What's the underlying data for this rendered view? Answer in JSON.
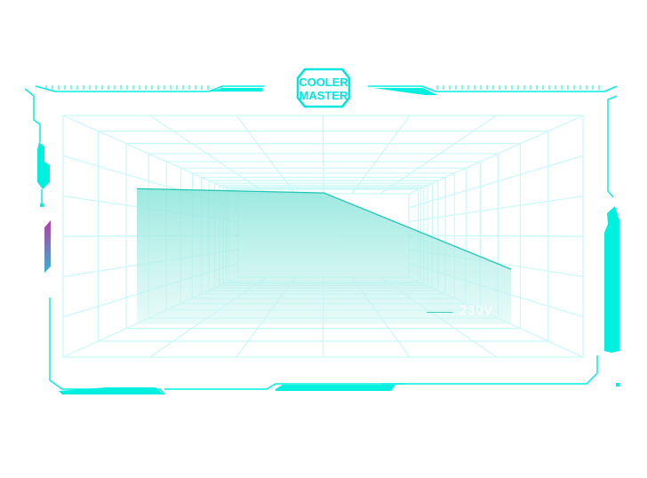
{
  "brand": {
    "logo_text": "COOLER MASTER",
    "accent": "#00f0e0",
    "grid": "#ccfbfb"
  },
  "chart_data": {
    "type": "area",
    "title": "",
    "xlabel": "",
    "ylabel": "",
    "x": [
      0,
      50,
      100
    ],
    "xlim": [
      0,
      100
    ],
    "ylim": [
      0,
      100
    ],
    "series": [
      {
        "name": "230V",
        "values": [
          96,
          93,
          39
        ],
        "color": "#1fc7b5"
      }
    ],
    "grid": true,
    "legend": "bottom-right"
  }
}
